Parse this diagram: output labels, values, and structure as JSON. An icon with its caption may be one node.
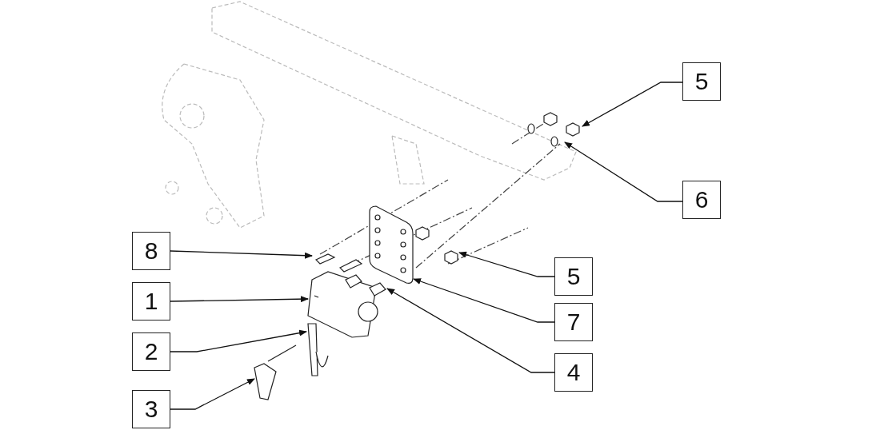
{
  "diagram": {
    "nodes": [
      {
        "text": [
          "5"
        ]
      },
      {
        "text": [
          "6"
        ]
      },
      {
        "text": [
          "8"
        ]
      },
      {
        "text": [
          "5"
        ]
      },
      {
        "text": [
          "1"
        ]
      },
      {
        "text": [
          "7"
        ]
      },
      {
        "text": [
          "2"
        ]
      },
      {
        "text": [
          "4"
        ]
      },
      {
        "text": [
          "3"
        ]
      }
    ],
    "edges": [
      {
        "from": 0,
        "to": null,
        "arrow": "to"
      },
      {
        "from": 1,
        "to": null,
        "arrow": "to"
      },
      {
        "from": 2,
        "to": null,
        "arrow": "to"
      },
      {
        "from": 3,
        "to": null,
        "arrow": "to"
      },
      {
        "from": 4,
        "to": null,
        "arrow": "to"
      },
      {
        "from": 5,
        "to": null,
        "arrow": "to"
      },
      {
        "from": 6,
        "to": null,
        "arrow": "to"
      },
      {
        "from": 7,
        "to": null,
        "arrow": "to"
      },
      {
        "from": 8,
        "to": null,
        "arrow": "to"
      }
    ]
  }
}
